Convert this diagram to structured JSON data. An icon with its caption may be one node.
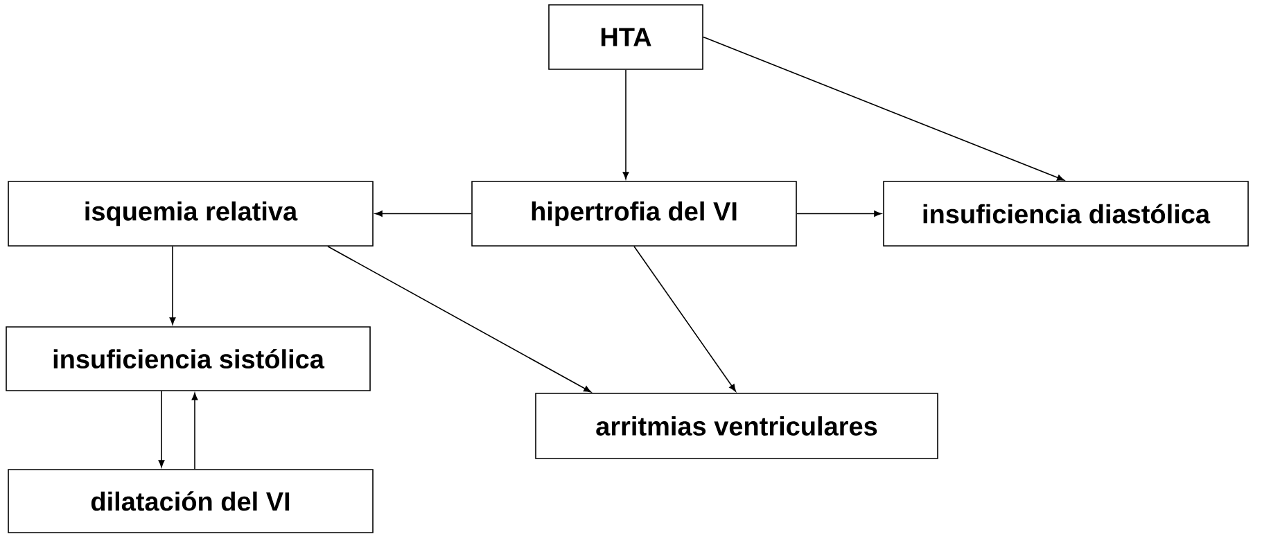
{
  "diagram": {
    "nodes": [
      {
        "text": [
          "HTA"
        ]
      },
      {
        "text": [
          "isquemia relativa"
        ]
      },
      {
        "text": [
          "hipertrofia del VI"
        ]
      },
      {
        "text": [
          "insuficiencia diastólica"
        ]
      },
      {
        "text": [
          "insuficiencia sistólica"
        ]
      },
      {
        "text": [
          "arritmias ventriculares"
        ]
      },
      {
        "text": [
          "dilatación del VI"
        ]
      }
    ],
    "edges": [
      {
        "from": 0,
        "to": 2,
        "arrow": "to"
      },
      {
        "from": 0,
        "to": 3,
        "arrow": "to"
      },
      {
        "from": 2,
        "to": 1,
        "arrow": "to"
      },
      {
        "from": 2,
        "to": 3,
        "arrow": "to"
      },
      {
        "from": 2,
        "to": 5,
        "arrow": "to"
      },
      {
        "from": 1,
        "to": 4,
        "arrow": "to"
      },
      {
        "from": 1,
        "to": 5,
        "arrow": "to"
      },
      {
        "from": 4,
        "to": 6,
        "arrow": "to"
      },
      {
        "from": 6,
        "to": 4,
        "arrow": "to"
      }
    ]
  }
}
